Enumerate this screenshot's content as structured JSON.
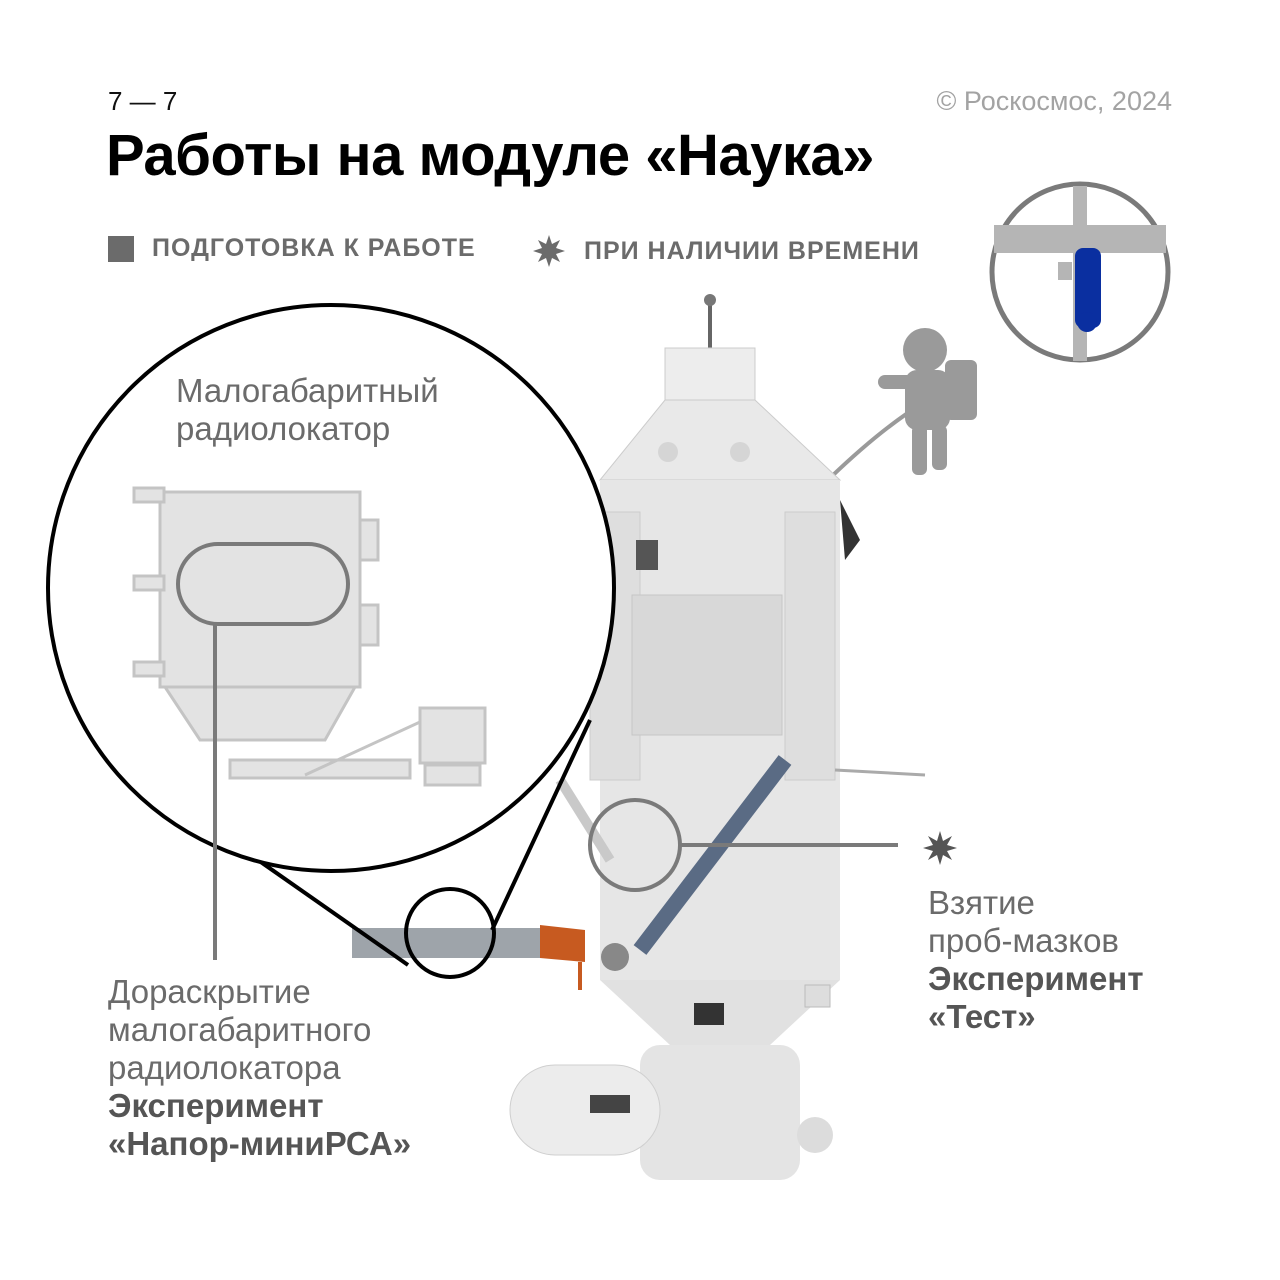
{
  "header": {
    "counter": "7 — 7",
    "copyright": "© Роскосмос, 2024",
    "title": "Работы на модуле «Наука»"
  },
  "legend": [
    {
      "icon": "square-icon",
      "label": "ПОДГОТОВКА К РАБОТЕ"
    },
    {
      "icon": "star-burst-icon",
      "label": "ПРИ НАЛИЧИИ ВРЕМЕНИ"
    }
  ],
  "callouts": {
    "radar_title": [
      "Малогабаритный",
      "радиолокатор"
    ],
    "left": {
      "lines": [
        "Дораскрытие",
        "малогабаритного",
        "радиолокатора"
      ],
      "experiment": "Эксперимент",
      "experiment_name": "«Напор-миниРСА»"
    },
    "right": {
      "lines": [
        "Взятие",
        "проб-мазков"
      ],
      "experiment": "Эксперимент",
      "experiment_name": "«Тест»"
    }
  },
  "colors": {
    "accent": "#0a2fa0",
    "gray": "#6b6b6b",
    "module": "#e2e2e2"
  }
}
